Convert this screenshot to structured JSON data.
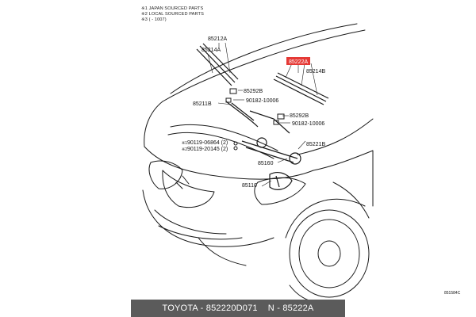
{
  "legend": [
    "※1 JAPAN SOURCED PARTS",
    "※2 LOCAL SOURCED PARTS",
    "※3 (      - 1007)"
  ],
  "callouts": {
    "p85212A": "85212A",
    "p85214A": "85214A",
    "p85292B_a": "85292B",
    "p90182_a": "90182-10006",
    "p85211B": "85211B",
    "p85222A": "85222A",
    "p85214B": "85214B",
    "p85292B_b": "85292B",
    "p90182_b": "90182-10006",
    "p85221B": "85221B",
    "p90119a": "90119-06864 (2)",
    "p90119b": "90119-20145 (2)",
    "mark1": "※1",
    "mark2": "※2",
    "p85160": "85160",
    "p85110": "85110"
  },
  "diagram_code": "851584C",
  "highlight_color": "#e53935",
  "footer": {
    "brand": "TOYOTA",
    "sep": " - ",
    "part_number": "852220D071",
    "gap": "    N - ",
    "ref": "85222A"
  }
}
